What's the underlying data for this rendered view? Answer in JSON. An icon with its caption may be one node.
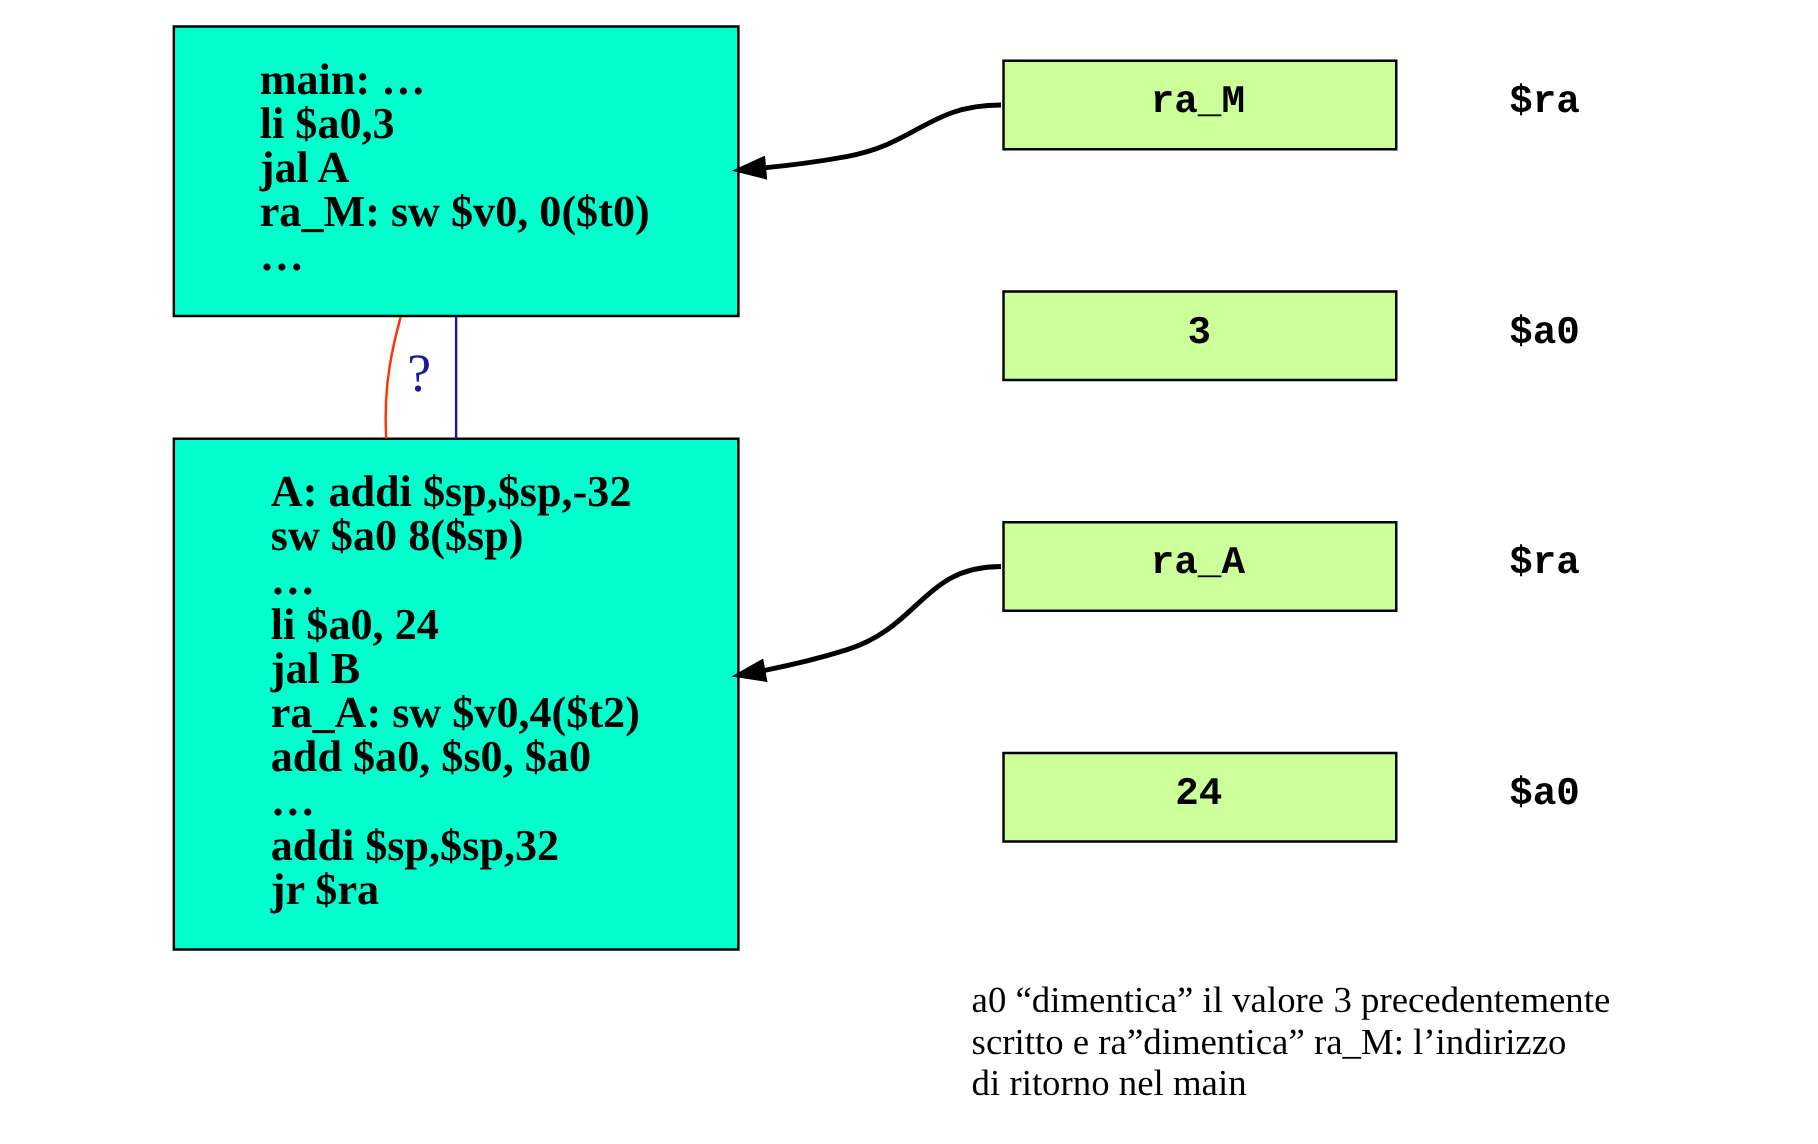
{
  "diagram": {
    "nodes": [
      {
        "text": [
          "main: …",
          "li $a0,3",
          "jal A",
          "ra_M: sw $v0, 0($t0)",
          "…"
        ]
      },
      {
        "text": [
          "A: addi $sp,$sp,-32",
          "sw $a0 8($sp)",
          "…",
          "li $a0, 24",
          "jal B",
          "ra_A: sw $v0,4($t2)",
          "add $a0, $s0, $a0",
          "…",
          "addi $sp,$sp,32",
          "jr $ra"
        ]
      },
      {
        "text": [
          "ra_M"
        ],
        "beside": [
          "$ra"
        ]
      },
      {
        "text": [
          "3"
        ],
        "beside": [
          "$a0"
        ]
      },
      {
        "text": [
          "ra_A"
        ],
        "beside": [
          "$ra"
        ]
      },
      {
        "text": [
          "24"
        ],
        "beside": [
          "$a0"
        ]
      }
    ],
    "edges": [
      {
        "from": 2,
        "to": 0,
        "arrow": "to"
      },
      {
        "from": 4,
        "to": 1,
        "arrow": "to"
      },
      {
        "from": 0,
        "to": 1,
        "arrow": "none",
        "color": "#ff3300"
      },
      {
        "from": 0,
        "to": 1,
        "arrow": "none",
        "color": "#1a1a99",
        "label": "?"
      }
    ],
    "labels": [
      "a0 “dimentica” il valore 3 precedentemente scritto e ra”dimentica” ra_M: l’indirizzo di ritorno nel main"
    ]
  }
}
